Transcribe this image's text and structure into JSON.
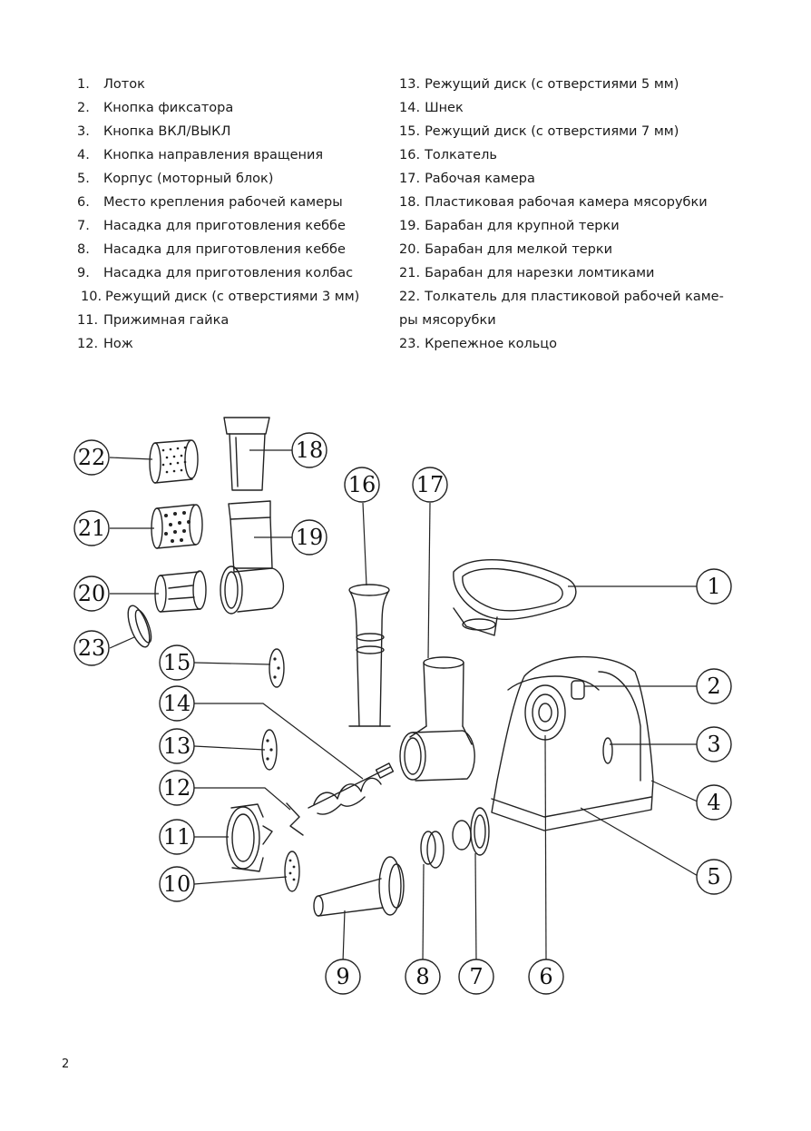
{
  "parts_list": {
    "left": [
      {
        "num": "1.",
        "text": "Лоток"
      },
      {
        "num": "2.",
        "text": "Кнопка фиксатора"
      },
      {
        "num": "3.",
        "text": "Кнопка ВКЛ/ВЫКЛ"
      },
      {
        "num": "4.",
        "text": "Кнопка направления вращения"
      },
      {
        "num": "5.",
        "text": "Корпус (моторный блок)"
      },
      {
        "num": "6.",
        "text": "Место крепления рабочей камеры"
      },
      {
        "num": "7.",
        "text": "Насадка для приготовления кеббе"
      },
      {
        "num": "8.",
        "text": "Насадка для приготовления кеббе"
      },
      {
        "num": "9.",
        "text": "Насадка для приготовления колбас"
      },
      {
        "num": "10.",
        "text": "Режущий диск (с отверстиями 3 мм)"
      },
      {
        "num": "11.",
        "text": "Прижимная гайка"
      },
      {
        "num": "12.",
        "text": "Нож"
      }
    ],
    "right": [
      {
        "num": "13.",
        "text": "Режущий диск (с отверстиями 5 мм)"
      },
      {
        "num": "14.",
        "text": "Шнек"
      },
      {
        "num": "15.",
        "text": "Режущий диск (с отверстиями 7 мм)"
      },
      {
        "num": "16.",
        "text": "Толкатель"
      },
      {
        "num": "17.",
        "text": "Рабочая камера"
      },
      {
        "num": "18.",
        "text": "Пластиковая рабочая камера мясорубки"
      },
      {
        "num": "19.",
        "text": "Барабан для крупной терки"
      },
      {
        "num": "20.",
        "text": "Барабан для мелкой терки"
      },
      {
        "num": "21.",
        "text": "Барабан для нарезки ломтиками"
      },
      {
        "num": "22.",
        "text": "Толкатель для пластиковой рабочей каме-"
      },
      {
        "num": "",
        "text": "ры мясорубки"
      },
      {
        "num": "23.",
        "text": "Крепежное кольцо"
      }
    ]
  },
  "diagram": {
    "callouts": [
      "1",
      "2",
      "3",
      "4",
      "5",
      "6",
      "7",
      "8",
      "9",
      "10",
      "11",
      "12",
      "13",
      "14",
      "15",
      "16",
      "17",
      "18",
      "19",
      "20",
      "21",
      "22",
      "23"
    ]
  },
  "page_number": "2"
}
